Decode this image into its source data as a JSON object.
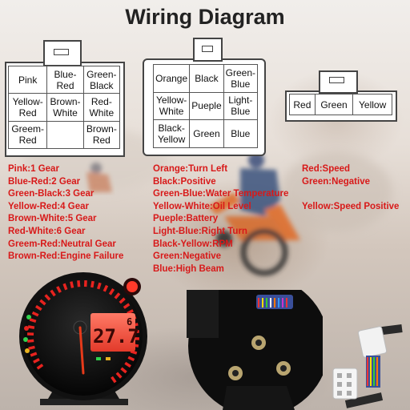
{
  "title": "Wiring Diagram",
  "connector_left": [
    [
      "Pink",
      "Blue-\nRed",
      "Green-\nBlack"
    ],
    [
      "Yellow-\nRed",
      "Brown-\nWhite",
      "Red-\nWhite"
    ],
    [
      "Greem-\nRed",
      "",
      "Brown-\nRed"
    ]
  ],
  "connector_middle": [
    [
      "Orange",
      "Black",
      "Green-\nBlue"
    ],
    [
      "Yellow-\nWhite",
      "Pueple",
      "Light-\nBlue"
    ],
    [
      "Black-\nYellow",
      "Green",
      "Blue"
    ]
  ],
  "connector_right": [
    "Red",
    "Green",
    "Yellow"
  ],
  "legend_left": [
    "Pink:1 Gear",
    "Blue-Red:2 Gear",
    "Green-Black:3 Gear",
    "Yellow-Red:4 Gear",
    "Brown-White:5 Gear",
    "Red-White:6 Gear",
    "Greem-Red:Neutral Gear",
    "Brown-Red:Engine Failure"
  ],
  "legend_middle": [
    "Orange:Turn Left",
    "Black:Positive",
    "Green-Blue:Water Temperature",
    "Yellow-White:Oil Level",
    "Pueple:Battery",
    "Light-Blue:Right Turn",
    "Black-Yellow:RPM",
    "Green:Negative",
    "Blue:High Beam"
  ],
  "legend_right": [
    "Red:Speed",
    "Green:Negative",
    "",
    "Yellow:Speed Positive"
  ],
  "gauge": {
    "digits": "27.7",
    "gear": "6"
  },
  "colors": {
    "legend_text": "#d81919",
    "title_text": "#222222",
    "lcd": "#ff5a4a",
    "tick": "#e8231f"
  }
}
